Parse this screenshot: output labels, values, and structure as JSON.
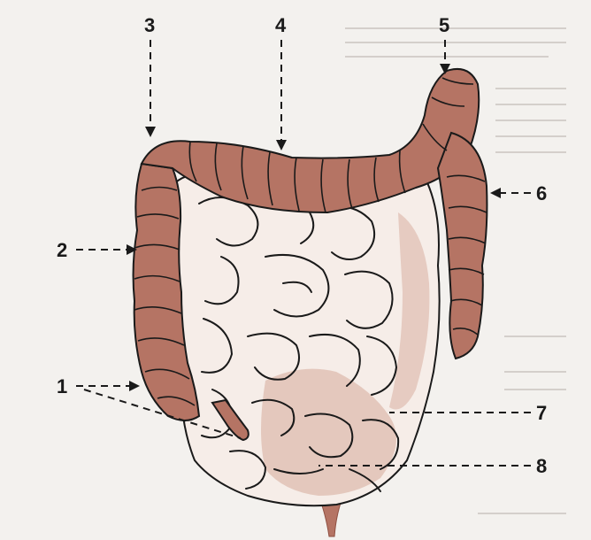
{
  "figure": {
    "callouts": [
      {
        "id": "1",
        "label": "1"
      },
      {
        "id": "2",
        "label": "2"
      },
      {
        "id": "3",
        "label": "3"
      },
      {
        "id": "4",
        "label": "4"
      },
      {
        "id": "5",
        "label": "5"
      },
      {
        "id": "6",
        "label": "6"
      },
      {
        "id": "7",
        "label": "7"
      },
      {
        "id": "8",
        "label": "8"
      }
    ]
  },
  "colors": {
    "colon": "#b57464",
    "colon_dark": "#8e4e40",
    "small_intestine": "#f6ede8",
    "shading": "#d6a999",
    "outline": "#1a1a1a",
    "background": "#f3f1ee"
  }
}
